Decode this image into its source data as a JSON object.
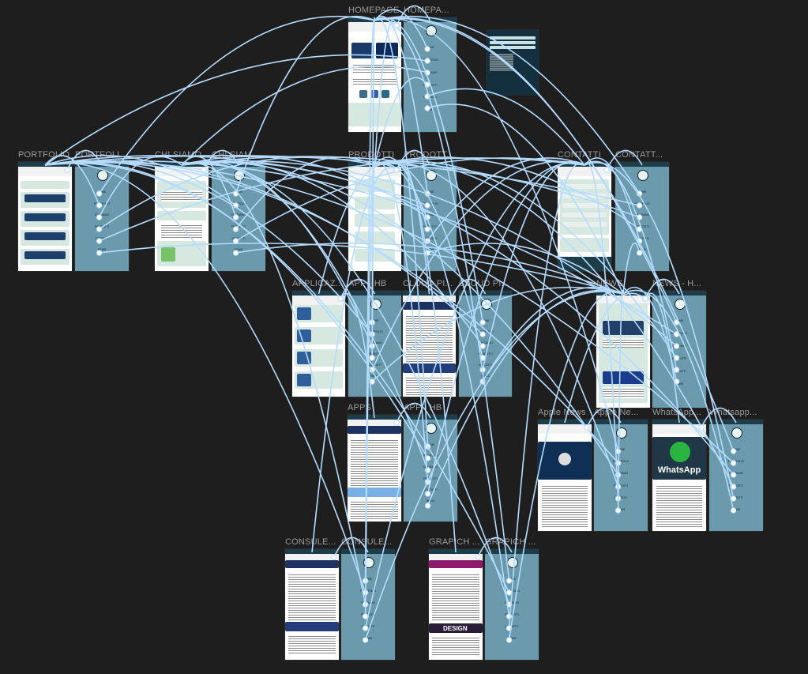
{
  "canvas": {
    "background": "#1e1e1e",
    "wire_color": "#b5dcff",
    "node_fill": "#ffffff"
  },
  "frames": [
    {
      "id": "homepage",
      "label": "HOMEPAGE",
      "kind": "page",
      "title": "HOME"
    },
    {
      "id": "homepage-hb",
      "label": "HOMEPA...",
      "kind": "menu"
    },
    {
      "id": "portfolio",
      "label": "PORTFOLIO",
      "kind": "page",
      "title": "PORTFOLIO"
    },
    {
      "id": "portfolio-hb",
      "label": "PORTFOLI...",
      "kind": "menu"
    },
    {
      "id": "chi-siamo",
      "label": "CHI SIAMO",
      "kind": "page",
      "title": "CHI SIAMO"
    },
    {
      "id": "chi-siamo-hb",
      "label": "CHI SIAM...",
      "kind": "menu"
    },
    {
      "id": "prodotti",
      "label": "PRODOTTI",
      "kind": "page",
      "title": "PRODOTTI"
    },
    {
      "id": "prodotti-hb",
      "label": "PRODOTT...",
      "kind": "menu"
    },
    {
      "id": "contatti",
      "label": "CONTATTI",
      "kind": "page",
      "title": "CONTATTI"
    },
    {
      "id": "contatti-hb",
      "label": "CONTATT...",
      "kind": "menu"
    },
    {
      "id": "applicazioni",
      "label": "APPLICAZ...",
      "kind": "page",
      "title": "PRODOTTI"
    },
    {
      "id": "app-hb-1",
      "label": "APP - HB",
      "kind": "menu"
    },
    {
      "id": "cloud",
      "label": "CLOUD PI...",
      "kind": "page",
      "title": "CLOUD"
    },
    {
      "id": "cloud-hb",
      "label": "CLOUD PI...",
      "kind": "menu"
    },
    {
      "id": "news",
      "label": "NEWS",
      "kind": "page",
      "title": "NEWS"
    },
    {
      "id": "news-hb",
      "label": "NEWS - H...",
      "kind": "menu"
    },
    {
      "id": "apps",
      "label": "APPS",
      "kind": "page",
      "title": "APPS"
    },
    {
      "id": "app-hb-2",
      "label": "APP - HB",
      "kind": "menu"
    },
    {
      "id": "apple-news",
      "label": "Apple News",
      "kind": "page",
      "title": "NEWS"
    },
    {
      "id": "apple-hb",
      "label": "Apple Ne...",
      "kind": "menu"
    },
    {
      "id": "whatsapp",
      "label": "WhatsApp...",
      "kind": "page",
      "title": "NEWS"
    },
    {
      "id": "whatsapp-hb",
      "label": "Whatsapp...",
      "kind": "menu"
    },
    {
      "id": "consulenza",
      "label": "CONSULE...",
      "kind": "page",
      "title": "CONSULENZA"
    },
    {
      "id": "consulenza-hb",
      "label": "CONSULE...",
      "kind": "menu"
    },
    {
      "id": "graphic",
      "label": "GRAPICH ...",
      "kind": "page",
      "title": "GRAPICH DESIGN"
    },
    {
      "id": "graphic-hb",
      "label": "GRAPICH ...",
      "kind": "menu"
    }
  ],
  "menu_items": [
    "HOME",
    "PORTFOLIO",
    "CHI SIAMO",
    "PRODOTTI",
    "CONTATTI",
    "NEWS"
  ],
  "whatsapp_logo_text": "WhatsApp",
  "graphic_banner_text": "DESIGN"
}
